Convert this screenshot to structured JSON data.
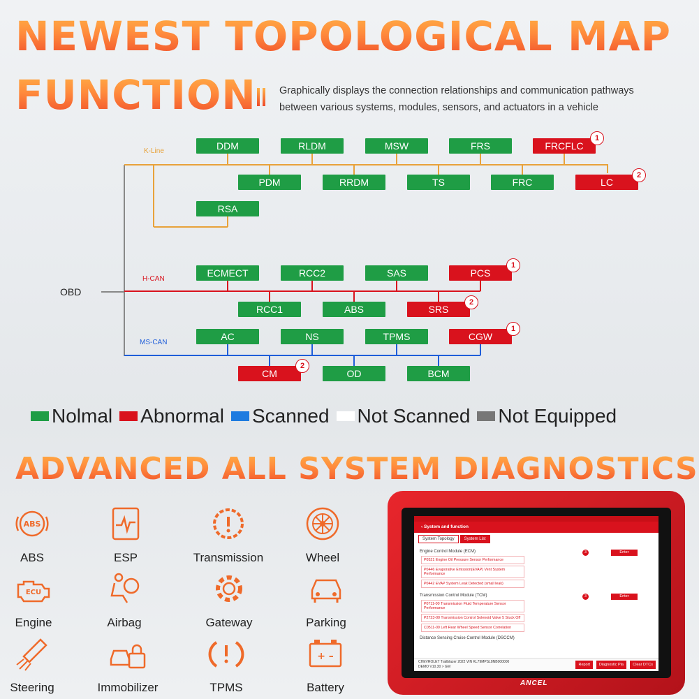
{
  "header": {
    "title_line1": "NEWEST TOPOLOGICAL MAP",
    "title_line2": "FUNCTION",
    "description_line1": "Graphically displays the connection relationships and communication pathways",
    "description_line2": "between various systems, modules, sensors, and actuators in a vehicle"
  },
  "topology": {
    "obd_label": "OBD",
    "buses": [
      {
        "name": "K-Line",
        "color": "#e8a23a"
      },
      {
        "name": "H-CAN",
        "color": "#d9121d"
      },
      {
        "name": "MS-CAN",
        "color": "#1f5ed9"
      }
    ],
    "kline_top": [
      {
        "label": "DDM",
        "status": "normal"
      },
      {
        "label": "RLDM",
        "status": "normal"
      },
      {
        "label": "MSW",
        "status": "normal"
      },
      {
        "label": "FRS",
        "status": "normal"
      },
      {
        "label": "FRCFLC",
        "status": "abnormal",
        "badge": "1"
      }
    ],
    "kline_bottom": [
      {
        "label": "PDM",
        "status": "normal"
      },
      {
        "label": "RRDM",
        "status": "normal"
      },
      {
        "label": "TS",
        "status": "normal"
      },
      {
        "label": "FRC",
        "status": "normal"
      },
      {
        "label": "LC",
        "status": "abnormal",
        "badge": "2"
      }
    ],
    "kline_branch": {
      "label": "RSA",
      "status": "normal"
    },
    "hcan_top": [
      {
        "label": "ECMECT",
        "status": "normal"
      },
      {
        "label": "RCC2",
        "status": "normal"
      },
      {
        "label": "SAS",
        "status": "normal"
      },
      {
        "label": "PCS",
        "status": "abnormal",
        "badge": "1"
      }
    ],
    "hcan_bottom": [
      {
        "label": "RCC1",
        "status": "normal"
      },
      {
        "label": "ABS",
        "status": "normal"
      },
      {
        "label": "SRS",
        "status": "abnormal",
        "badge": "2"
      }
    ],
    "mscan_top": [
      {
        "label": "AC",
        "status": "normal"
      },
      {
        "label": "NS",
        "status": "normal"
      },
      {
        "label": "TPMS",
        "status": "normal"
      },
      {
        "label": "CGW",
        "status": "abnormal",
        "badge": "1"
      }
    ],
    "mscan_bottom": [
      {
        "label": "CM",
        "status": "abnormal",
        "badge": "2"
      },
      {
        "label": "OD",
        "status": "normal"
      },
      {
        "label": "BCM",
        "status": "normal"
      }
    ]
  },
  "colors": {
    "normal": "#1f9d45",
    "abnormal": "#d9121d",
    "scanned": "#1e7be0",
    "not_scanned": "#ffffff",
    "not_equipped": "#777777"
  },
  "legend": [
    {
      "label": "Nolmal",
      "color": "#1f9d45"
    },
    {
      "label": "Abnormal",
      "color": "#d9121d"
    },
    {
      "label": "Scanned",
      "color": "#1e7be0"
    },
    {
      "label": "Not Scanned",
      "color": "#ffffff"
    },
    {
      "label": "Not Equipped",
      "color": "#777777"
    }
  ],
  "section2": {
    "title": "ADVANCED ALL SYSTEM DIAGNOSTICS"
  },
  "features": [
    {
      "label": "ABS",
      "icon": "abs-icon"
    },
    {
      "label": "ESP",
      "icon": "esp-icon"
    },
    {
      "label": "Transmission",
      "icon": "transmission-icon"
    },
    {
      "label": "Wheel",
      "icon": "wheel-icon"
    },
    {
      "label": "Engine",
      "icon": "engine-icon"
    },
    {
      "label": "Airbag",
      "icon": "airbag-icon"
    },
    {
      "label": "Gateway",
      "icon": "gateway-icon"
    },
    {
      "label": "Parking",
      "icon": "parking-icon"
    },
    {
      "label": "Steering",
      "icon": "steering-icon"
    },
    {
      "label": "Immobilizer",
      "icon": "immobilizer-icon"
    },
    {
      "label": "TPMS",
      "icon": "tpms-icon"
    },
    {
      "label": "Battery",
      "icon": "battery-icon"
    }
  ],
  "device": {
    "brand": "ANCEL",
    "screen_title": "System and function",
    "tabs": [
      "System Topology",
      "System List"
    ],
    "sections": [
      {
        "name": "Engine Control Module (ECM)",
        "count": "3",
        "codes": [
          "P0521 Engine Oil Pressure Sensor Performance",
          "P0446 Evaporative Emission(EVAP) Vent System Performance",
          "P0442 EVAP System Leak Detected (small leak)"
        ]
      },
      {
        "name": "Transmission Control Module (TCM)",
        "count": "3",
        "codes": [
          "P0711-00 Transmission Fluid Temperature Sensor Performance",
          "P2723-00 Transmission Control Solenoid Valve 5 Stuck Off",
          "C0511-00 Left Rear Wheel Speed Sensor Correlation"
        ]
      },
      {
        "name": "Distance Sensing Cruise Control Module (DSCCM)",
        "count": "",
        "codes": []
      }
    ],
    "enter_label": "Enter",
    "vehicle_info": "CHEVROLET  Trailblazer  2022  VIN  KL79MPSL8NB000000",
    "version_info": "DEMO V10.30 > GM",
    "buttons": [
      "Report",
      "Diagnostic Pla",
      "Clear DTCs"
    ]
  }
}
